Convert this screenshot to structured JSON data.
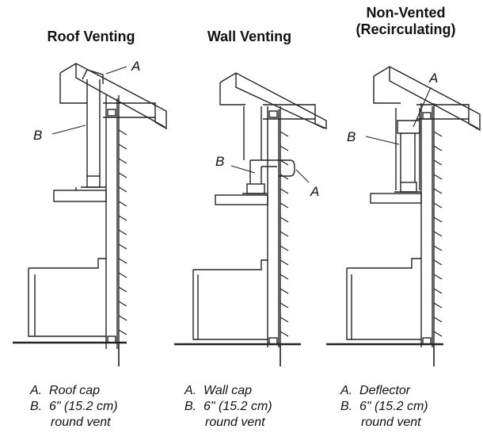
{
  "panels": [
    {
      "title_line1": "Roof Venting",
      "title_line2": "",
      "callout_a": "A",
      "callout_b": "B",
      "legend": [
        {
          "key": "A.",
          "text": "Roof cap"
        },
        {
          "key": "B.",
          "text": "6\" (15.2 cm)"
        },
        {
          "key": "",
          "text": "round vent"
        }
      ]
    },
    {
      "title_line1": "Wall Venting",
      "title_line2": "",
      "callout_a": "A",
      "callout_b": "B",
      "legend": [
        {
          "key": "A.",
          "text": "Wall cap"
        },
        {
          "key": "B.",
          "text": "6\" (15.2 cm)"
        },
        {
          "key": "",
          "text": "round vent"
        }
      ]
    },
    {
      "title_line1": "Non-Vented",
      "title_line2": "(Recirculating)",
      "callout_a": "A",
      "callout_b": "B",
      "legend": [
        {
          "key": "A.",
          "text": "Deflector"
        },
        {
          "key": "B.",
          "text": "6\" (15.2 cm)"
        },
        {
          "key": "",
          "text": "round vent"
        }
      ]
    }
  ]
}
